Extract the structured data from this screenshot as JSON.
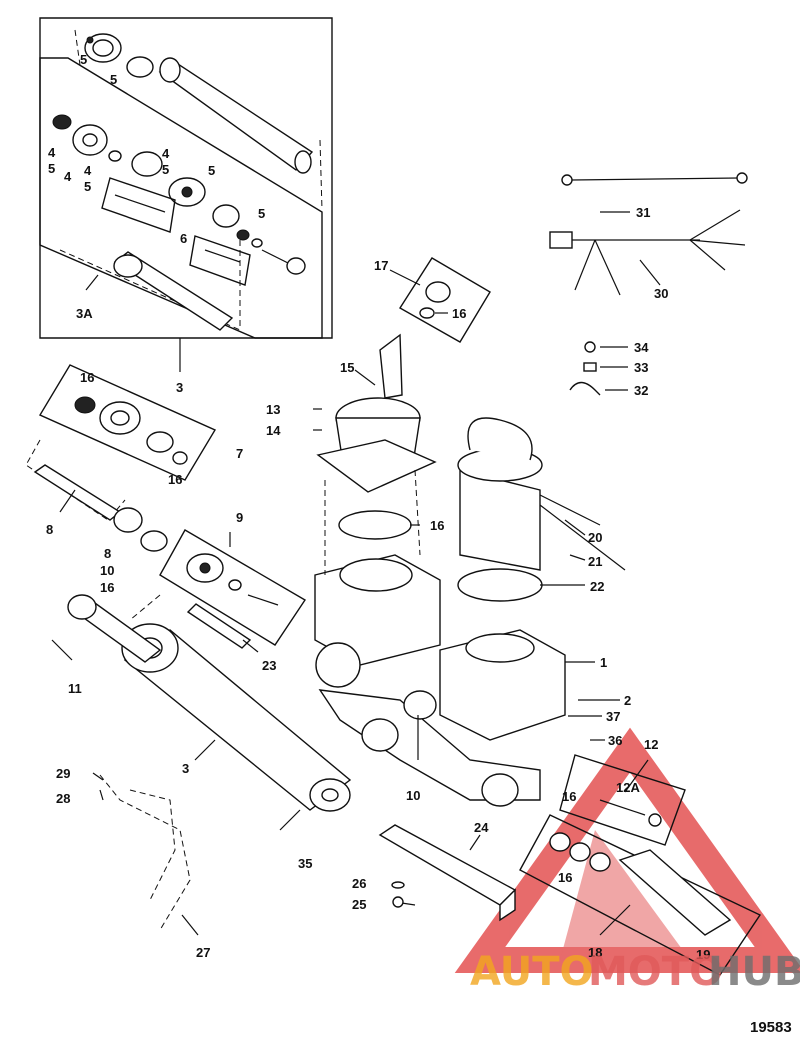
{
  "figure_number": "19583",
  "watermark": {
    "parts": [
      "AUTO",
      "MOTO",
      "HUB"
    ],
    "colors": [
      "#f2a61f",
      "#e05a5a",
      "#6e6e6e"
    ],
    "logo_color": "#e03a3a"
  },
  "labels": {
    "l5a": "5",
    "l5b": "5",
    "l4a": "4",
    "l5c": "5",
    "l4b": "4",
    "l4c": "4",
    "l5d": "5",
    "l4d": "4",
    "l5e": "5",
    "l5f": "5",
    "l5g": "5",
    "l6": "6",
    "l3a": "3A",
    "l3": "3",
    "l16a": "16",
    "l16b": "16",
    "l7": "7",
    "l8a": "8",
    "l8b": "8",
    "l10a": "10",
    "l16c": "16",
    "l11": "11",
    "l9": "9",
    "l23": "23",
    "l3b": "3",
    "l29": "29",
    "l28": "28",
    "l27": "27",
    "l35": "35",
    "l10b": "10",
    "l17": "17",
    "l16d": "16",
    "l15": "15",
    "l13": "13",
    "l14": "14",
    "l16e": "16",
    "l31": "31",
    "l30": "30",
    "l34": "34",
    "l33": "33",
    "l32": "32",
    "l20": "20",
    "l21": "21",
    "l22": "22",
    "l1": "1",
    "l2": "2",
    "l37": "37",
    "l36": "36",
    "l12": "12",
    "l12a": "12A",
    "l16f": "16",
    "l16g": "16",
    "l18": "18",
    "l19": "19",
    "l24": "24",
    "l26": "26",
    "l25": "25"
  }
}
